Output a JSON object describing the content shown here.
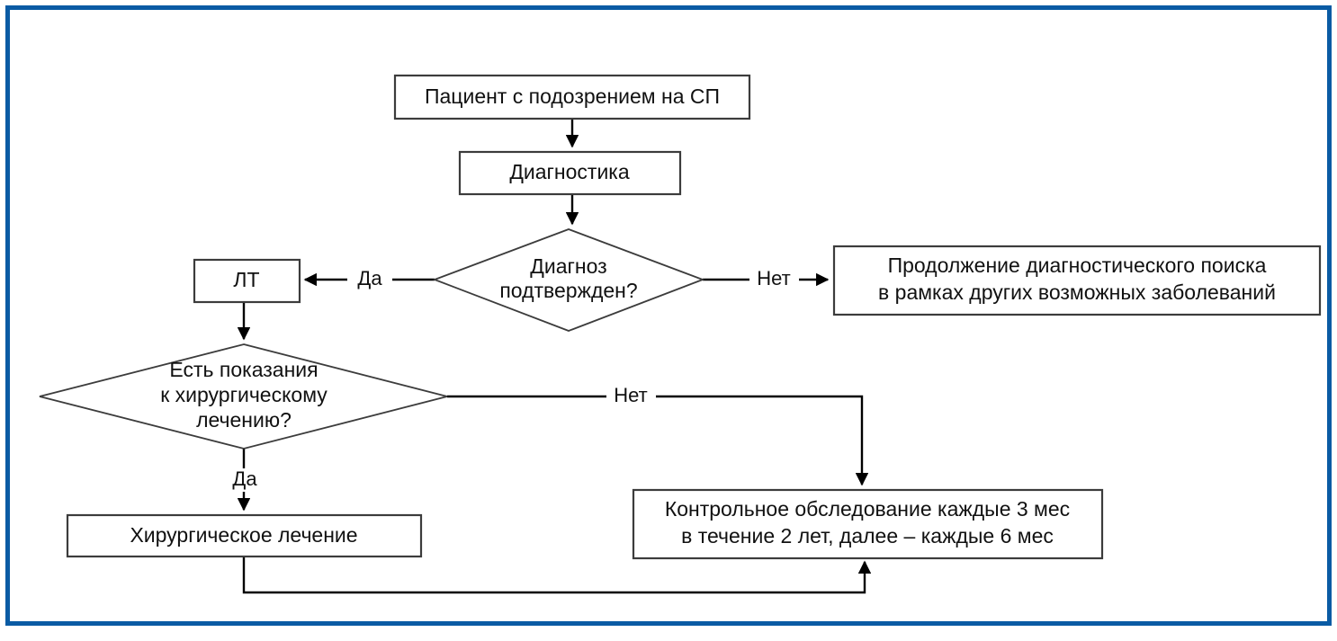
{
  "frame": {
    "border_color": "#0a5ba4",
    "background": "#ffffff"
  },
  "diagram": {
    "type": "flowchart",
    "language": "ru",
    "line_color": "#000000",
    "box_stroke_color": "#3c3c3c",
    "nodes": {
      "patient": {
        "shape": "process",
        "label": "Пациент с подозрением на СП"
      },
      "diagnostics": {
        "shape": "process",
        "label": "Диагностика"
      },
      "confirm": {
        "shape": "decision",
        "line1": "Диагноз",
        "line2": "подтвержден?"
      },
      "continue_search": {
        "shape": "process",
        "line1": "Продолжение диагностического поиска",
        "line2": "в рамках других возможных заболеваний"
      },
      "lt": {
        "shape": "process",
        "label": "ЛТ"
      },
      "surgery_indications": {
        "shape": "decision",
        "line1": "Есть показания",
        "line2": "к хирургическому",
        "line3": "лечению?"
      },
      "surgery": {
        "shape": "process",
        "label": "Хирургическое лечение"
      },
      "followup": {
        "shape": "process",
        "line1": "Контрольное обследование каждые 3 мес",
        "line2": "в течение 2 лет, далее – каждые 6 мес"
      }
    },
    "edge_labels": {
      "confirm_yes": "Да",
      "confirm_no": "Нет",
      "surgery_yes": "Да",
      "surgery_no": "Нет"
    }
  }
}
